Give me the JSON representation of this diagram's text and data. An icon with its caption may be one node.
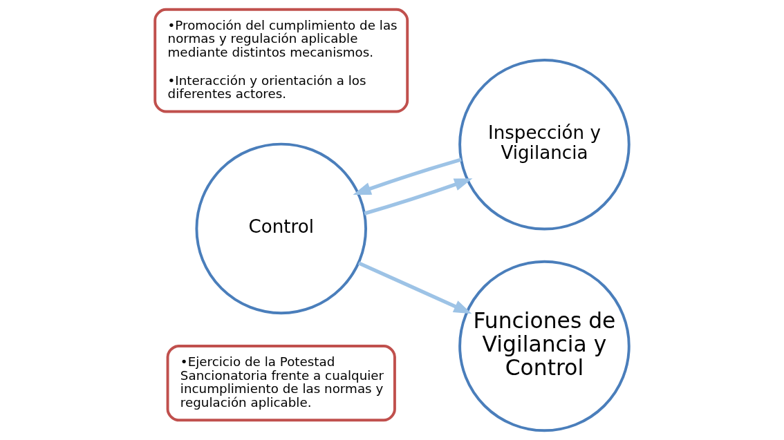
{
  "diagram": {
    "nodes": [
      {
        "text": [
          "Control"
        ]
      },
      {
        "text": [
          "•Ejercicio de la Potestad Sancionatoria frente a cualquier incumplimiento de las normas y regulación aplicable."
        ]
      },
      {
        "text": [
          "Inspección y Vigilancia"
        ]
      },
      {
        "text": [
          "Funciones de Vigilancia y Control"
        ]
      },
      {
        "text": [
          "•Promoción del cumplimiento de las normas y regulación aplicable mediante distintos mecanismos.",
          "•Interacción y orientación a los diferentes actores."
        ]
      }
    ],
    "edges": [
      {
        "from": 2,
        "to": 0,
        "arrow": "to"
      },
      {
        "from": 0,
        "to": 2,
        "arrow": "to"
      },
      {
        "from": 0,
        "to": 3,
        "arrow": "to"
      }
    ]
  }
}
